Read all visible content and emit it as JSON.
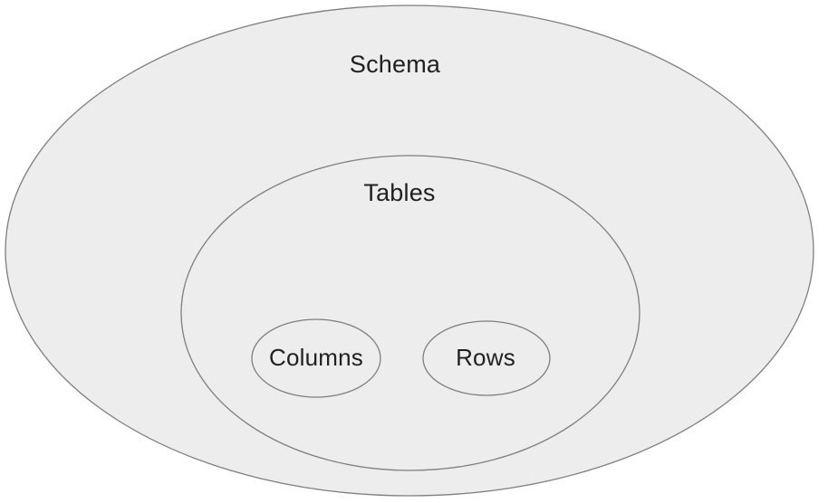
{
  "diagram": {
    "type": "nested-ellipses",
    "description": "Database structure hierarchy: Schema contains Tables, which contain Columns and Rows",
    "colors": {
      "background": "#ffffff",
      "ellipse_fill": "#ededed",
      "ellipse_stroke": "#7e7e7e",
      "label_color": "#212121"
    },
    "outer": {
      "label": "Schema"
    },
    "middle": {
      "label": "Tables"
    },
    "inner": [
      {
        "label": "Columns"
      },
      {
        "label": "Rows"
      }
    ]
  }
}
